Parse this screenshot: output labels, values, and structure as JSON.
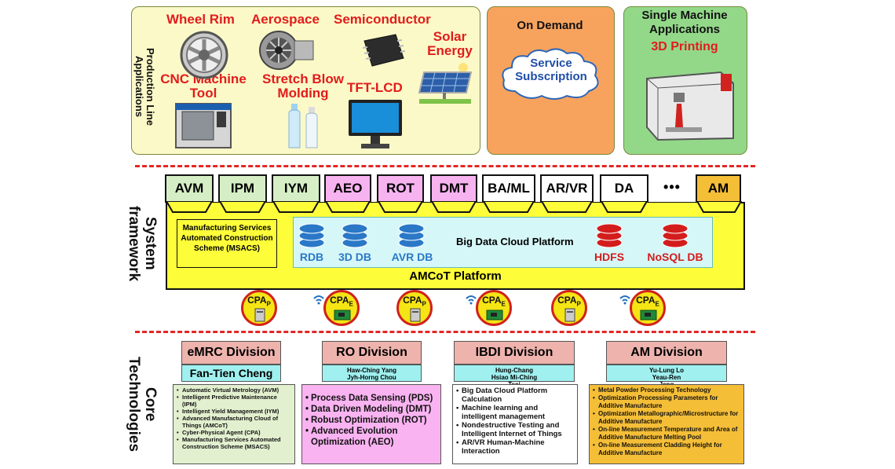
{
  "applications": {
    "production_line_title": "Production Line Applications",
    "wheel_rim": "Wheel Rim",
    "aerospace": "Aerospace",
    "semiconductor": "Semiconductor",
    "solar_energy": "Solar Energy",
    "cnc_machine_tool": "CNC Machine Tool",
    "stretch_blow_molding": "Stretch Blow Molding",
    "tft_lcd": "TFT-LCD",
    "on_demand_title": "On Demand",
    "service_subscription": "Service Subscription",
    "single_machine_title": "Single Machine Applications",
    "three_d_printing": "3D Printing"
  },
  "system_framework": {
    "side_label": "System framework",
    "modules": [
      "AVM",
      "IPM",
      "IYM",
      "AEO",
      "ROT",
      "DMT",
      "BA/ML",
      "AR/VR",
      "DA",
      "•••",
      "AM"
    ],
    "msacs": "Manufacturing Services Automated Construction Scheme (MSACS)",
    "big_data_title": "Big Data Cloud Platform",
    "databases": [
      "RDB",
      "3D DB",
      "AVR DB",
      "HDFS",
      "NoSQL DB"
    ],
    "platform_label": "AMCoT Platform",
    "cpa_main": "CPA",
    "cpa_p_sub": "P",
    "cpa_e_sub": "E"
  },
  "core_technologies": {
    "side_label": "Core Technologies",
    "divisions": [
      {
        "title": "eMRC Division",
        "people": "Fan-Tien Cheng",
        "items": [
          "Automatic Virtual Metrology (AVM)",
          "Intelligent Predictive Maintenance (IPM)",
          "Intelligent Yield Management (IYM)",
          "Advanced Manufacturing Cloud of Things (AMCoT)",
          "Cyber-Physical Agent (CPA)",
          "Manufacturing Services Automated Construction Scheme (MSACS)"
        ]
      },
      {
        "title": "RO Division",
        "people": "Haw-Ching Yang Jyh-Horng Chou",
        "items": [
          "Process Data Sensing (PDS)",
          "Data Driven Modeling (DMT)",
          "Robust Optimization (ROT)",
          "Advanced Evolution Optimization (AEO)"
        ]
      },
      {
        "title": "IBDI Division",
        "people": "Hung-Chang Hsiao Mi-Ching Tsai",
        "items": [
          "Big Data Cloud Platform Calculation",
          "Machine learning and intelligent management",
          "Nondestructive Testing and Intelligent Internet of Things",
          "AR/VR Human-Machine Interaction"
        ]
      },
      {
        "title": "AM Division",
        "people": "Yu-Lung Lo Yeau-Ren Jeng",
        "items": [
          "Metal Powder Processing Technology",
          "Optimization Processing Parameters for Additive Manufacture",
          "Optimization Metallographic/Microstructure for Additive Manufacture",
          "On-line Measurement Temperature and Area of Additive Manufacture Melting Pool",
          "On-line Measurement Cladding Height for Additive Manufacture"
        ]
      }
    ]
  },
  "colors": {
    "panel_yellow": "#fbf9c8",
    "panel_orange": "#f7a35e",
    "panel_green": "#93d889",
    "platform_yellow": "#fdfd3a",
    "db_blue": "#2a78c7",
    "db_red": "#d31d1d",
    "accent_red": "#e11c1c"
  }
}
